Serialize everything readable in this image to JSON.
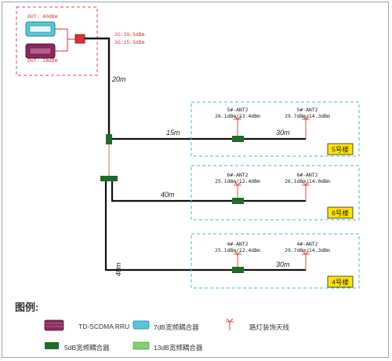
{
  "source": {
    "unit_top_label": "OUT: 40dBm",
    "unit_bottom_label": "OUT: 28dBm",
    "combined_power_2g": "2G:39.5dBm",
    "combined_power_3g": "3G:25.5dBm"
  },
  "cable_lengths": {
    "trunk_top": "20m",
    "building5_branch": "15m",
    "building5_span": "30m",
    "building6_branch": "40m",
    "building4_vertical": "40m",
    "building4_span": "30m"
  },
  "buildings": [
    {
      "name": "5号楼",
      "antennas": [
        {
          "id": "5#-ANT2",
          "power": "26.1dBm/13.4dBm"
        },
        {
          "id": "5#-ANT2",
          "power": "29.7dBm/14.3dBm"
        }
      ]
    },
    {
      "name": "6号楼",
      "antennas": [
        {
          "id": "6#-ANT2",
          "power": "25.1dBm/12.4dBm"
        },
        {
          "id": "6#-ANT2",
          "power": "26.1dBm/14.0dBm"
        }
      ]
    },
    {
      "name": "4号楼",
      "antennas": [
        {
          "id": "4#-ANT2",
          "power": "25.1dBm/12.4dBm"
        },
        {
          "id": "4#-ANT2",
          "power": "29.7dBm/14.3dBm"
        }
      ]
    }
  ],
  "legend": {
    "title": "图例:",
    "items": [
      {
        "label": "TD-SCDMA RRU",
        "color": "#8a2a5c"
      },
      {
        "label": "7dB宽频耦合器",
        "color": "#57c7d8"
      },
      {
        "label": "路灯装饰天线",
        "color": "#d23a3a"
      },
      {
        "label": "5dB宽频耦合器",
        "color": "#1f6b2a"
      },
      {
        "label": "13dB宽频耦合器",
        "color": "#7fd46a"
      }
    ]
  },
  "colors": {
    "dashed_red": "#e0484a",
    "dashed_cyan": "#3fbcd6",
    "cable": "#111111",
    "highlight_box": "#ffe600"
  }
}
